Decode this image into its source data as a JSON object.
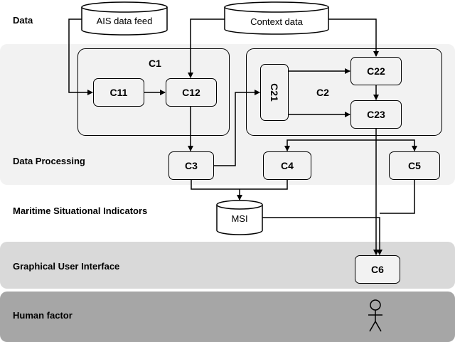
{
  "layers": {
    "data": "Data",
    "processing": "Data Processing",
    "indicators": "Maritime Situational Indicators",
    "gui": "Graphical User Interface",
    "human": "Human factor"
  },
  "sources": {
    "ais": "AIS data feed",
    "context": "Context data",
    "msi": "MSI"
  },
  "groups": {
    "c1": "C1",
    "c2": "C2"
  },
  "components": {
    "c11": "C11",
    "c12": "C12",
    "c21": "C21",
    "c22": "C22",
    "c23": "C23",
    "c3": "C3",
    "c4": "C4",
    "c5": "C5",
    "c6": "C6"
  },
  "icons": {
    "human": "stick-figure-icon"
  }
}
